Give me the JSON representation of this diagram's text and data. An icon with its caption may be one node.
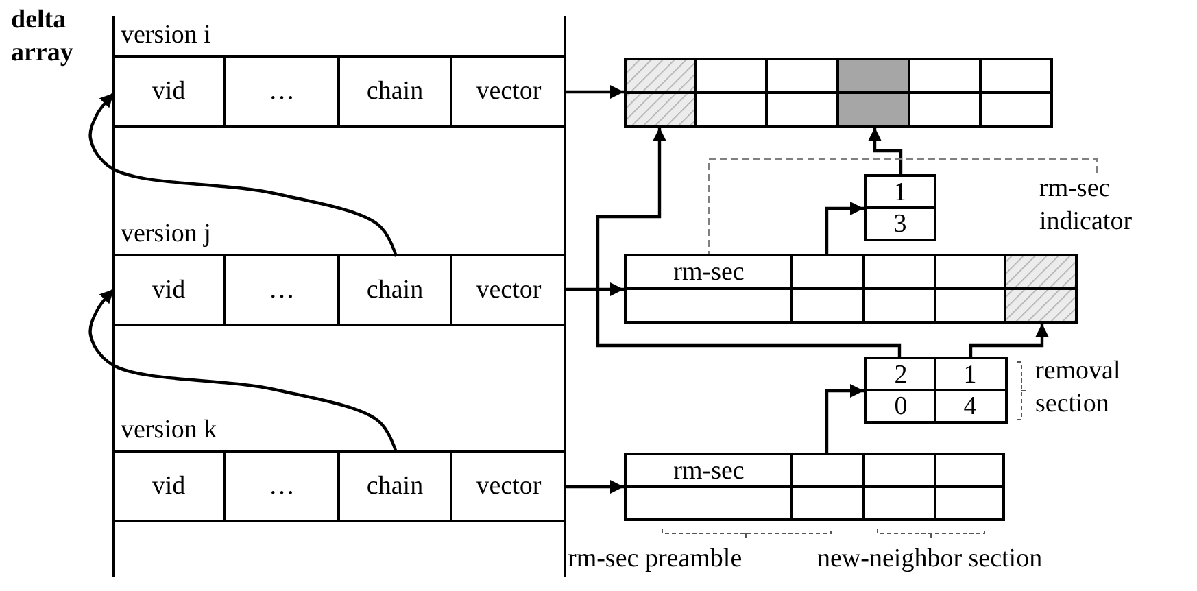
{
  "diagram": {
    "nodes": [
      {
        "text": [
          "version i"
        ]
      },
      {
        "text": [
          "vid"
        ],
        "in": 0
      },
      {
        "text": [
          "…"
        ],
        "in": 0
      },
      {
        "text": [
          "chain"
        ],
        "in": 0
      },
      {
        "text": [
          "vector"
        ],
        "in": 0
      },
      {
        "text": [
          "version j"
        ]
      },
      {
        "text": [
          "vid"
        ],
        "in": 5
      },
      {
        "text": [
          "…"
        ],
        "in": 5
      },
      {
        "text": [
          "chain"
        ],
        "in": 5
      },
      {
        "text": [
          "vector"
        ],
        "in": 5
      },
      {
        "text": [
          "version k"
        ]
      },
      {
        "text": [
          "vid"
        ],
        "in": 10
      },
      {
        "text": [
          "…"
        ],
        "in": 10
      },
      {
        "text": [
          "chain"
        ],
        "in": 10
      },
      {
        "text": [
          "vector"
        ],
        "in": 10
      },
      {
        "text": [],
        "shape": "box"
      },
      {
        "text": [
          "rm-sec"
        ]
      },
      {
        "text": [
          "rm-sec"
        ]
      },
      {
        "text": [
          "1",
          "3"
        ]
      },
      {
        "text": [
          "2",
          "1",
          "0",
          "4"
        ]
      },
      {
        "text": [
          "rm-sec indicator"
        ]
      }
    ],
    "edges": [
      {
        "from": 8,
        "to": 1,
        "arrow": "to"
      },
      {
        "from": 13,
        "to": 6,
        "arrow": "to"
      },
      {
        "from": 4,
        "to": 15,
        "arrow": "to"
      },
      {
        "from": 9,
        "to": 16,
        "arrow": "to"
      },
      {
        "from": 14,
        "to": 17,
        "arrow": "to"
      },
      {
        "from": 16,
        "to": 18,
        "arrow": "to"
      },
      {
        "from": 18,
        "to": 15,
        "arrow": "to"
      },
      {
        "from": 17,
        "to": 19,
        "arrow": "to"
      },
      {
        "from": 19,
        "to": 16,
        "arrow": "to"
      },
      {
        "from": 19,
        "to": 15,
        "arrow": "to"
      },
      {
        "from": 20,
        "to": 16,
        "arrow": "none",
        "style": "dashed",
        "color": "#808080"
      }
    ],
    "labels": [
      "delta array",
      "removal section",
      "rm-sec preamble",
      "new-neighbor section"
    ]
  }
}
